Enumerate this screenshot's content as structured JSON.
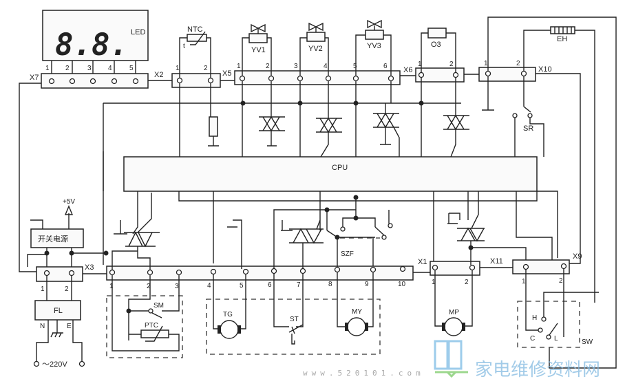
{
  "title": "Dishwasher control circuit diagram",
  "led": {
    "label": "LED",
    "display": "8.8.",
    "pins": [
      "1",
      "2",
      "3",
      "4",
      "5"
    ]
  },
  "connectors": {
    "x7": "X7",
    "x2": "X2",
    "x5": "X5",
    "x6": "X6",
    "x10": "X10",
    "x3": "X3",
    "x1": "X1",
    "x11": "X11",
    "x9": "X9"
  },
  "x2_pins": [
    "1",
    "2"
  ],
  "x5_pins": [
    "1",
    "2",
    "3",
    "4",
    "5",
    "6"
  ],
  "x6_pins": [
    "1",
    "2"
  ],
  "x10_pins": [
    "1",
    "2"
  ],
  "x3_small_pins": [
    "1",
    "2"
  ],
  "x3_bus_pins": [
    "1",
    "2",
    "3",
    "4",
    "5",
    "6",
    "7",
    "8",
    "9",
    "10"
  ],
  "x1_pins": [
    "1",
    "2"
  ],
  "x9_pins": [
    "1",
    "2"
  ],
  "components": {
    "ntc": "NTC",
    "ntc_t": "t",
    "yv1": "YV1",
    "yv2": "YV2",
    "yv3": "YV3",
    "o3": "O3",
    "eh": "EH",
    "sr": "SR",
    "cpu": "CPU",
    "power": "开关电源",
    "plus5v": "+5V",
    "fl": "FL",
    "n": "N",
    "e": "E",
    "ac": "～220V",
    "sm": "SM",
    "ptc": "PTC",
    "tg": "TG",
    "st": "ST",
    "my": "MY",
    "szf": "SZF",
    "mp": "MP",
    "h": "H",
    "c": "C",
    "l": "L",
    "sw": "SW"
  },
  "watermark": {
    "name": "家电维修资料网",
    "url": "www.520101.com"
  }
}
